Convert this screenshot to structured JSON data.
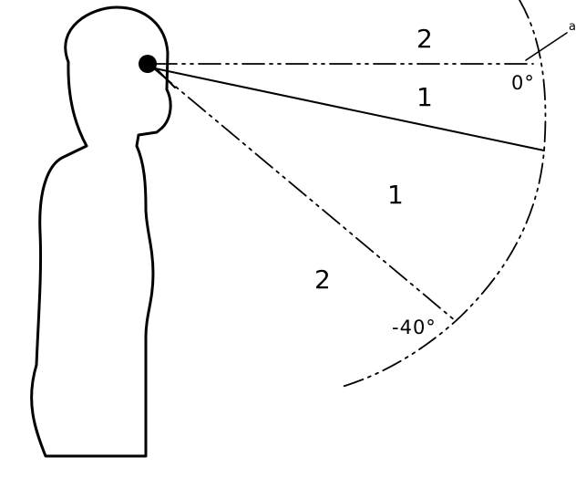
{
  "zones": {
    "upper_above_horizontal": "2",
    "upper_below_horizontal": "1",
    "lower_inner": "1",
    "lower_outer": "2"
  },
  "angles": {
    "horizontal": "0°",
    "lower_limit": "-40°"
  },
  "callout": {
    "letter": "a"
  },
  "colors": {
    "ink": "#000000",
    "background": "#ffffff"
  }
}
